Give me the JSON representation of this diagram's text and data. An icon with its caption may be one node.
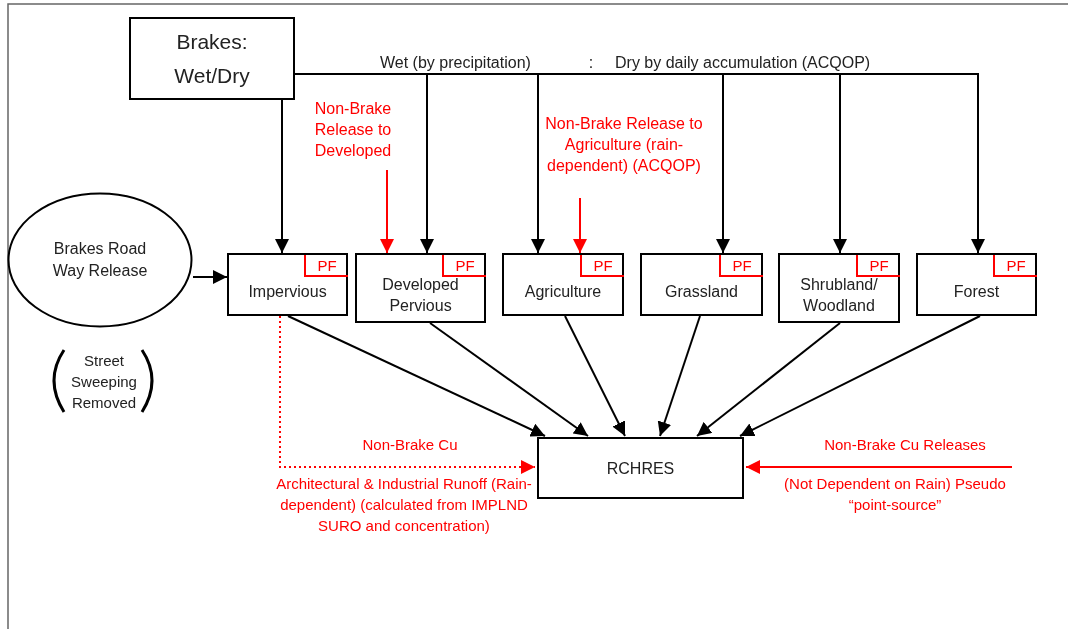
{
  "diagram": {
    "nodes": [
      {
        "text": [
          "Brakes: Wet/Dry"
        ]
      },
      {
        "text": [
          "Brakes Road Way Release"
        ]
      },
      {
        "text": [
          "Impervious"
        ]
      },
      {
        "text": [
          "PF"
        ],
        "in": 2
      },
      {
        "text": [
          "Developed Pervious"
        ]
      },
      {
        "text": [
          "PF"
        ],
        "in": 4
      },
      {
        "text": [
          "Agriculture"
        ]
      },
      {
        "text": [
          "PF"
        ],
        "in": 6
      },
      {
        "text": [
          "Grassland"
        ]
      },
      {
        "text": [
          "PF"
        ],
        "in": 8
      },
      {
        "text": [
          "Shrubland/ Woodland"
        ]
      },
      {
        "text": [
          "PF"
        ],
        "in": 10
      },
      {
        "text": [
          "Forest"
        ]
      },
      {
        "text": [
          "PF"
        ],
        "in": 12
      },
      {
        "text": [
          "RCHRES"
        ]
      },
      {
        "text": [
          "Non-Brake Release to Developed"
        ]
      },
      {
        "text": [
          "Non-Brake Release to Agriculture (rain-dependent) (ACQOP)"
        ]
      }
    ],
    "edges": [
      {
        "from": 0,
        "to": 2,
        "arrow": "to"
      },
      {
        "from": 0,
        "to": 4,
        "arrow": "to"
      },
      {
        "from": 0,
        "to": 6,
        "arrow": "to"
      },
      {
        "from": 0,
        "to": 8,
        "arrow": "to"
      },
      {
        "from": 0,
        "to": 10,
        "arrow": "to"
      },
      {
        "from": 0,
        "to": 12,
        "arrow": "to"
      },
      {
        "from": 1,
        "to": 2,
        "arrow": "to"
      },
      {
        "from": 15,
        "to": 4,
        "arrow": "to",
        "color": "#ff0000"
      },
      {
        "from": 16,
        "to": 6,
        "arrow": "to",
        "color": "#ff0000"
      },
      {
        "from": 2,
        "to": 14,
        "arrow": "to"
      },
      {
        "from": 4,
        "to": 14,
        "arrow": "to"
      },
      {
        "from": 6,
        "to": 14,
        "arrow": "to"
      },
      {
        "from": 8,
        "to": 14,
        "arrow": "to"
      },
      {
        "from": 10,
        "to": 14,
        "arrow": "to"
      },
      {
        "from": 12,
        "to": 14,
        "arrow": "to"
      },
      {
        "from": 2,
        "to": 14,
        "arrow": "to",
        "label": "Non-Brake Cu",
        "style": "dashed",
        "color": "#ff0000"
      },
      {
        "from": null,
        "to": 14,
        "arrow": "to",
        "label": "Non-Brake Cu Releases",
        "color": "#ff0000"
      }
    ],
    "labels": [
      "Wet (by precipitation)",
      ":",
      "Dry by daily accumulation (ACQOP)",
      "Street Sweeping Removed",
      "Architectural & Industrial Runoff (Rain-dependent) (calculated from IMPLND SURO and concentration)",
      "(Not Dependent on Rain) Pseudo “point-source”"
    ]
  }
}
